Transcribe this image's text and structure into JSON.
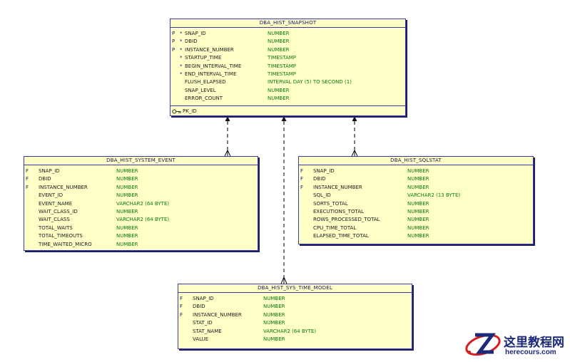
{
  "tables": [
    {
      "name": "DBA_HIST_SNAPSHOT",
      "columns": [
        {
          "flag": "P",
          "required": "*",
          "name": "SNAP_ID",
          "type": "NUMBER"
        },
        {
          "flag": "P",
          "required": "*",
          "name": "DBID",
          "type": "NUMBER"
        },
        {
          "flag": "P",
          "required": "*",
          "name": "INSTANCE_NUMBER",
          "type": "NUMBER"
        },
        {
          "flag": "",
          "required": "*",
          "name": "STARTUP_TIME",
          "type": "TIMESTAMP"
        },
        {
          "flag": "",
          "required": "*",
          "name": "BEGIN_INTERVAL_TIME",
          "type": "TIMESTAMP"
        },
        {
          "flag": "",
          "required": "*",
          "name": "END_INTERVAL_TIME",
          "type": "TIMESTAMP"
        },
        {
          "flag": "",
          "required": "",
          "name": "FLUSH_ELAPSED",
          "type": "INTERVAL DAY (5) TO SECOND (1)"
        },
        {
          "flag": "",
          "required": "",
          "name": "SNAP_LEVEL",
          "type": "NUMBER"
        },
        {
          "flag": "",
          "required": "",
          "name": "ERROR_COUNT",
          "type": "NUMBER"
        }
      ],
      "primary_key": "PK_ID"
    },
    {
      "name": "DBA_HIST_SYSTEM_EVENT",
      "columns": [
        {
          "flag": "F",
          "required": "",
          "name": "SNAP_ID",
          "type": "NUMBER"
        },
        {
          "flag": "F",
          "required": "",
          "name": "DBID",
          "type": "NUMBER"
        },
        {
          "flag": "F",
          "required": "",
          "name": "INSTANCE_NUMBER",
          "type": "NUMBER"
        },
        {
          "flag": "",
          "required": "",
          "name": "EVENT_ID",
          "type": "NUMBER"
        },
        {
          "flag": "",
          "required": "",
          "name": "EVENT_NAME",
          "type": "VARCHAR2 (64 BYTE)"
        },
        {
          "flag": "",
          "required": "",
          "name": "WAIT_CLASS_ID",
          "type": "NUMBER"
        },
        {
          "flag": "",
          "required": "",
          "name": "WAIT_CLASS",
          "type": "VARCHAR2 (64 BYTE)"
        },
        {
          "flag": "",
          "required": "",
          "name": "TOTAL_WAITS",
          "type": "NUMBER"
        },
        {
          "flag": "",
          "required": "",
          "name": "TOTAL_TIMEOUTS",
          "type": "NUMBER"
        },
        {
          "flag": "",
          "required": "",
          "name": "TIME_WAITED_MICRO",
          "type": "NUMBER"
        }
      ]
    },
    {
      "name": "DBA_HIST_SQLSTAT",
      "columns": [
        {
          "flag": "F",
          "required": "",
          "name": "SNAP_ID",
          "type": "NUMBER"
        },
        {
          "flag": "F",
          "required": "",
          "name": "DBID",
          "type": "NUMBER"
        },
        {
          "flag": "F",
          "required": "",
          "name": "INSTANCE_NUMBER",
          "type": "NUMBER"
        },
        {
          "flag": "",
          "required": "",
          "name": "SQL_ID",
          "type": "VARCHAR2 (13 BYTE)"
        },
        {
          "flag": "",
          "required": "",
          "name": "SORTS_TOTAL",
          "type": "NUMBER"
        },
        {
          "flag": "",
          "required": "",
          "name": "EXECUTIONS_TOTAL",
          "type": "NUMBER"
        },
        {
          "flag": "",
          "required": "",
          "name": "ROWS_PROCESSED_TOTAL",
          "type": "NUMBER"
        },
        {
          "flag": "",
          "required": "",
          "name": "CPU_TIME_TOTAL",
          "type": "NUMBER"
        },
        {
          "flag": "",
          "required": "",
          "name": "ELAPSED_TIME_TOTAL",
          "type": "NUMBER"
        }
      ]
    },
    {
      "name": "DBA_HIST_SYS_TIME_MODEL",
      "columns": [
        {
          "flag": "F",
          "required": "",
          "name": "SNAP_ID",
          "type": "NUMBER"
        },
        {
          "flag": "F",
          "required": "",
          "name": "DBID",
          "type": "NUMBER"
        },
        {
          "flag": "F",
          "required": "",
          "name": "INSTANCE_NUMBER",
          "type": "NUMBER"
        },
        {
          "flag": "",
          "required": "",
          "name": "STAT_ID",
          "type": "NUMBER"
        },
        {
          "flag": "",
          "required": "",
          "name": "STAT_NAME",
          "type": "VARCHAR2 (64 BYTE)"
        },
        {
          "flag": "",
          "required": "",
          "name": "VALUE",
          "type": "NUMBER"
        }
      ]
    }
  ],
  "watermark": {
    "text_cn": "这里教程网",
    "text_url": "herecours.com",
    "colors": {
      "red": "#d42020",
      "blue": "#1c2a7a"
    }
  },
  "colors": {
    "entity_fill": "#ffffc8",
    "entity_border": "#3a3aa0",
    "type_text": "#0a7a0a",
    "line": "#111111"
  }
}
